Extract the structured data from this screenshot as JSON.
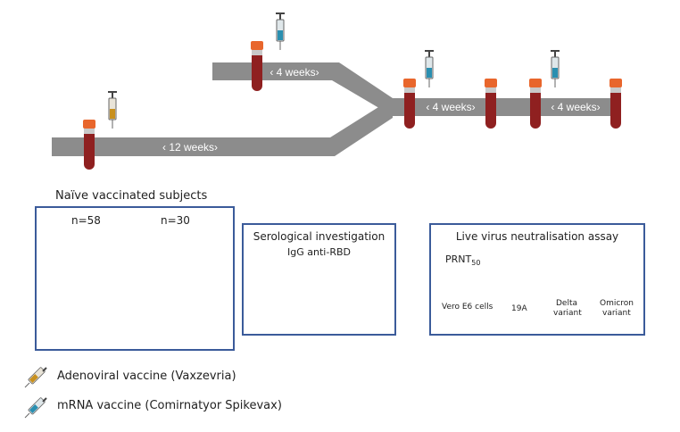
{
  "timeline": {
    "interval_1": "‹ 12 weeks›",
    "interval_2": "‹ 4 weeks›",
    "interval_3": "‹ 4 weeks›",
    "interval_4": "‹ 4 weeks›"
  },
  "cohort": {
    "title": "Naïve vaccinated subjects",
    "group_1_n": "n=58",
    "group_2_n": "n=30"
  },
  "serology": {
    "title": "Serological investigation",
    "subtitle": "IgG anti-RBD"
  },
  "neutralisation": {
    "title": "Live virus neutralisation assay",
    "prnt": "PRNT",
    "prnt_sub": "50",
    "cells": "Vero E6 cells",
    "v1": "19A",
    "v2_line1": "Delta",
    "v2_line2": "variant",
    "v3_line1": "Omicron",
    "v3_line2": "variant"
  },
  "legend": {
    "adenoviral": "Adenoviral vaccine (Vaxzevria)",
    "mrna": "mRNA vaccine (Comirnatyor Spikevax)"
  },
  "colors": {
    "track": "#8c8c8c",
    "tube_cap": "#e8662c",
    "tube_blood": "#8f2020",
    "adenoviral": "#c8901e",
    "mrna": "#2a8fb0",
    "box_border": "#3b5b9a",
    "scrub": "#8ed1c0"
  }
}
